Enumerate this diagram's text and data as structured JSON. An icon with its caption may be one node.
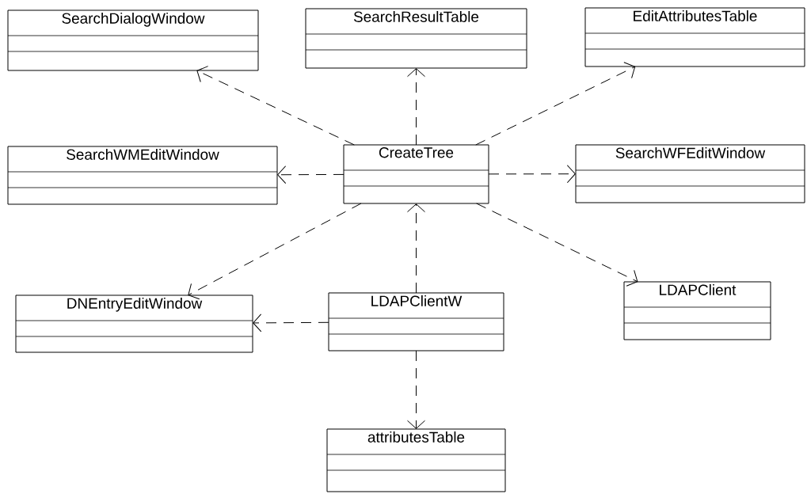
{
  "diagram": {
    "nodes": [
      {
        "text": [
          "SearchDialogWindow"
        ]
      },
      {
        "text": [
          "SearchResultTable"
        ]
      },
      {
        "text": [
          "EditAttributesTable"
        ]
      },
      {
        "text": [
          "SearchWMEditWindow"
        ]
      },
      {
        "text": [
          "CreateTree"
        ]
      },
      {
        "text": [
          "SearchWFEditWindow"
        ]
      },
      {
        "text": [
          "DNEntryEditWindow"
        ]
      },
      {
        "text": [
          "LDAPClientW"
        ]
      },
      {
        "text": [
          "LDAPClient"
        ]
      },
      {
        "text": [
          "attributesTable"
        ]
      }
    ],
    "edges": [
      {
        "from": 4,
        "to": 0,
        "arrow": "to",
        "style": "dashed"
      },
      {
        "from": 4,
        "to": 1,
        "arrow": "to",
        "style": "dashed"
      },
      {
        "from": 4,
        "to": 2,
        "arrow": "to",
        "style": "dashed"
      },
      {
        "from": 4,
        "to": 3,
        "arrow": "to",
        "style": "dashed"
      },
      {
        "from": 4,
        "to": 5,
        "arrow": "to",
        "style": "dashed"
      },
      {
        "from": 4,
        "to": 6,
        "arrow": "to",
        "style": "dashed"
      },
      {
        "from": 4,
        "to": 8,
        "arrow": "to",
        "style": "dashed"
      },
      {
        "from": 7,
        "to": 4,
        "arrow": "to",
        "style": "dashed"
      },
      {
        "from": 7,
        "to": 6,
        "arrow": "to",
        "style": "dashed"
      },
      {
        "from": 7,
        "to": 9,
        "arrow": "to",
        "style": "dashed"
      }
    ]
  }
}
